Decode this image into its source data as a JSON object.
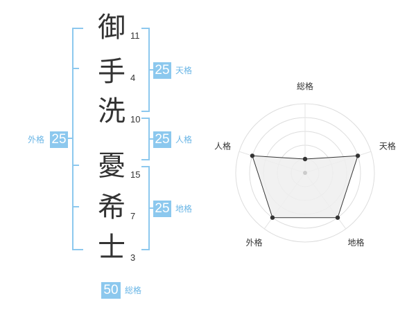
{
  "characters": [
    {
      "char": "御",
      "strokes": "11"
    },
    {
      "char": "手",
      "strokes": "4"
    },
    {
      "char": "洗",
      "strokes": "10"
    },
    {
      "char": "憂",
      "strokes": "15"
    },
    {
      "char": "希",
      "strokes": "7"
    },
    {
      "char": "士",
      "strokes": "3"
    }
  ],
  "fortunes": {
    "tenkaku": {
      "value": "25",
      "label": "天格"
    },
    "jinkaku": {
      "value": "25",
      "label": "人格"
    },
    "chikaku": {
      "value": "25",
      "label": "地格"
    },
    "gaikaku": {
      "value": "25",
      "label": "外格"
    },
    "soukaku": {
      "value": "50",
      "label": "総格"
    }
  },
  "colors": {
    "accent": "#8cc8ee",
    "text": "#333333",
    "radar_fill": "#eeeeee"
  },
  "chart_data": {
    "type": "radar",
    "axes": [
      "総格",
      "天格",
      "地格",
      "外格",
      "人格"
    ],
    "values": [
      1,
      4,
      4,
      4,
      4
    ],
    "max": 5
  }
}
